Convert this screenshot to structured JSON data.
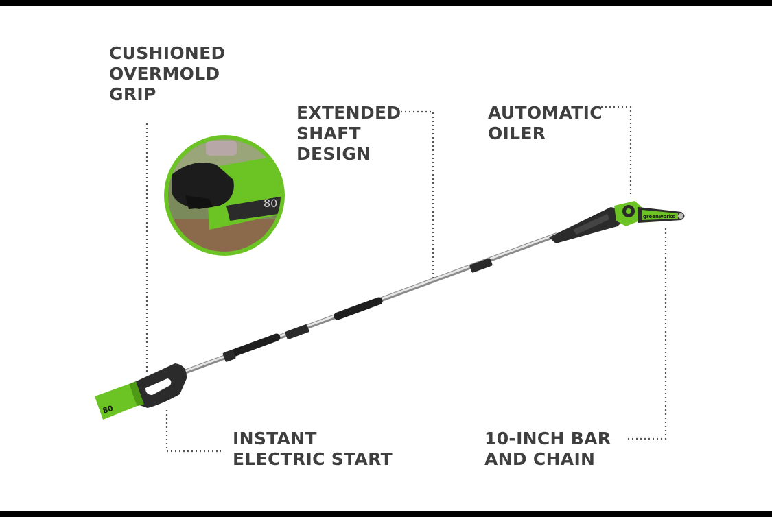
{
  "features": {
    "grip": {
      "lines": [
        "CUSHIONED",
        "OVERMOLD",
        "GRIP"
      ]
    },
    "shaft": {
      "lines": [
        "EXTENDED",
        "SHAFT",
        "DESIGN"
      ]
    },
    "oiler": {
      "lines": [
        "AUTOMATIC",
        "OILER"
      ]
    },
    "start": {
      "lines": [
        "INSTANT",
        "ELECTRIC START"
      ]
    },
    "bar": {
      "lines": [
        "10-INCH BAR",
        "AND CHAIN"
      ]
    }
  },
  "product": {
    "battery_badge": "80",
    "head_brand": "greenworks"
  },
  "colors": {
    "brand_green": "#6cc424",
    "body_black": "#2b2b2b",
    "label_text": "#3f3f3f",
    "leader_dots": "#555555"
  }
}
